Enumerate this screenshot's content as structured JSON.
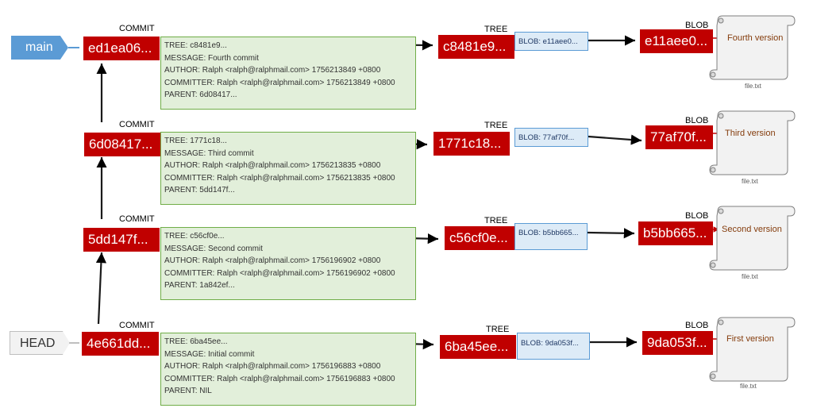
{
  "refs": {
    "main": "main",
    "head": "HEAD"
  },
  "labels": {
    "commit": "COMMIT",
    "tree": "TREE",
    "blob": "BLOB"
  },
  "rows": [
    {
      "commit_hash": "ed1ea06...",
      "commit_details": {
        "tree": "TREE: c8481e9...",
        "message": "MESSAGE: Fourth commit",
        "author": "AUTHOR: Ralph <ralph@ralphmail.com> 1756213849 +0800",
        "committer": "COMMITTER: Ralph <ralph@ralphmail.com> 1756213849 +0800",
        "parent": "PARENT: 6d08417..."
      },
      "tree_hash": "c8481e9...",
      "tree_entry": "BLOB: e11aee0...",
      "blob_hash": "e11aee0...",
      "file_content": "Fourth version",
      "file_name": "file.txt"
    },
    {
      "commit_hash": "6d08417...",
      "commit_details": {
        "tree": "TREE: 1771c18...",
        "message": "MESSAGE: Third commit",
        "author": "AUTHOR: Ralph <ralph@ralphmail.com> 1756213835 +0800",
        "committer": "COMMITTER: Ralph <ralph@ralphmail.com> 1756213835 +0800",
        "parent": "PARENT: 5dd147f..."
      },
      "tree_hash": "1771c18...",
      "tree_entry": "BLOB: 77af70f...",
      "blob_hash": "77af70f...",
      "file_content": "Third version",
      "file_name": "file.txt"
    },
    {
      "commit_hash": "5dd147f...",
      "commit_details": {
        "tree": "TREE: c56cf0e...",
        "message": "MESSAGE: Second commit",
        "author": "AUTHOR: Ralph <ralph@ralphmail.com> 1756196902 +0800",
        "committer": "COMMITTER: Ralph <ralph@ralphmail.com> 1756196902 +0800",
        "parent": "PARENT: 1a842ef..."
      },
      "tree_hash": "c56cf0e...",
      "tree_entry": "BLOB: b5bb665...",
      "blob_hash": "b5bb665...",
      "file_content": "Second version",
      "file_name": "file.txt"
    },
    {
      "commit_hash": "4e661dd...",
      "commit_details": {
        "tree": "TREE: 6ba45ee...",
        "message": "MESSAGE: Initial commit",
        "author": "AUTHOR: Ralph <ralph@ralphmail.com> 1756196883 +0800",
        "committer": "COMMITTER: Ralph <ralph@ralphmail.com> 1756196883 +0800",
        "parent": "PARENT: NIL"
      },
      "tree_hash": "6ba45ee...",
      "tree_entry": "BLOB: 9da053f...",
      "blob_hash": "9da053f...",
      "file_content": "First version",
      "file_name": "file.txt"
    }
  ],
  "colors": {
    "object_red": "#c00000",
    "commit_green": "#e2efda",
    "tree_blue": "#ddebf7",
    "main_blue": "#5b9bd5",
    "content_brown": "#843c0c"
  }
}
